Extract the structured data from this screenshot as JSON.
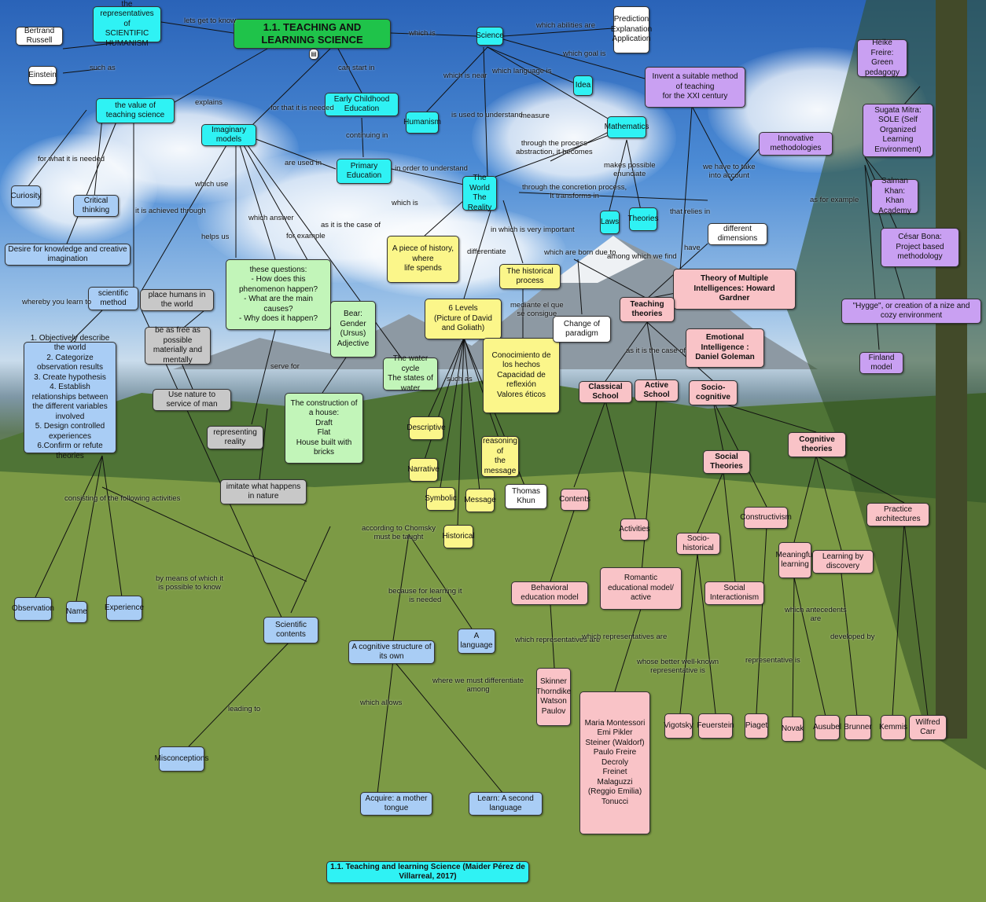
{
  "map_title": "1.1. TEACHING AND LEARNING SCIENCE",
  "footer": "1.1. Teaching and learning Science (Maider Pérez de Villarreal, 2017)",
  "colors": {
    "title": "#1fc34a",
    "cyan": "#2ff2f4",
    "blue": "#a9cdf5",
    "gray": "#c8c8c8",
    "green": "#c2f5b9",
    "yellow": "#fbf68a",
    "pink": "#f9c3c7",
    "purple": "#c9a0f2",
    "white": "#ffffff"
  },
  "nodes": {
    "bertrand_russell": "Bertrand Russell",
    "einstein": "Einstein",
    "representatives_sci_humanism": "the representatives of\nSCIENTIFIC HUMANISM",
    "science": "Science",
    "prediction": "Prediction\nExplanation\nApplication",
    "invent_method": "Invent a suitable method of teaching\nfor the XXI century",
    "heike_freire": "Heike Freire:\nGreen pedagogy",
    "sugata_mitra": "Sugata Mitra:\nSOLE (Self Organized\nLearning Environment)",
    "salman_khan": "Salman Khan:\nKhan Academy",
    "cesar_bona": "César Bona:\nProject based methodology",
    "hygge": "\"Hygge\", or creation of a nize and cozy environment",
    "finland_model": "Finland model",
    "innovative_methodologies": "Innovative methodologies",
    "idea": "Idea",
    "mathematics": "Mathematics",
    "laws": "Laws",
    "theories": "Theories",
    "humanism": "Humanism",
    "value_teaching_science": "the value of teaching science",
    "early_childhood": "Early Childhood Education",
    "imaginary_models": "Imaginary models",
    "primary_education": "Primary Education",
    "world_reality": "The World\nThe Reality",
    "curiosity": "Curiosity",
    "critical_thinking": "Critical thinking",
    "desire_knowledge": "Desire for knowledge and creative imagination",
    "scientific_method": "scientific method",
    "method_steps": "1. Objectively describe the world\n2. Categorize observation results\n3. Create hypothesis\n4. Establish relationships between\nthe different variables involved\n5. Design controlled experiences\n6.Confirm or refute theories",
    "place_humans": "place humans in the world",
    "be_as_free": "be as free as possible\nmaterially and mentally",
    "use_nature": "Use nature to service of man",
    "representing_reality": "representing reality",
    "imitate_nature": "imitate what happens in nature",
    "these_questions": "these questions:\n- How does this phenomenon happen?\n- What are the main causes?\n- Why does it happen?",
    "bear": "Bear:\nGender (Ursus)\nAdjective",
    "construction_house": "The construction of a house:\nDraft\nFlat\nHouse built with bricks",
    "water_cycle": "The water cycle\nThe states of water",
    "piece_history": "A piece of history, where\nlife spends",
    "six_levels": "6 Levels\n(Picture of David and Goliath)",
    "historical_process": "The historical process",
    "conocimiento": "Conocimiento de los hechos\nCapacidad de reflexión\nValores éticos",
    "change_paradigm": "Change of paradigm",
    "descriptive": "Descriptive",
    "narrative": "Narrative",
    "symbolic": "Symbolic",
    "historical": "Historical",
    "reasoning_message": "reasoning of\nthe message",
    "message": "Message",
    "thomas_khun": "Thomas Khun",
    "different_dimensions": "different dimensions",
    "multiple_intelligences": "Theory of Multiple Intelligences: Howard\nGardner",
    "teaching_theories": "Teaching theories",
    "emotional_intelligence": "Emotional Intelligence :\nDaniel Goleman",
    "classical_school": "Classical School",
    "active_school": "Active School",
    "socio_cognitive": "Socio-cognitive",
    "social_theories": "Social Theories",
    "cognitive_theories": "Cognitive theories",
    "contents": "Contents",
    "activities": "Activities",
    "constructivism": "Constructivism",
    "practice_architectures": "Practice architectures",
    "socio_historical": "Socio-historical",
    "meaningful_learning": "Meaningful\nlearning",
    "learning_discovery": "Learning by discovery",
    "behavioral_model": "Behavioral education model",
    "romantic_model": "Romantic educational model/\nactive",
    "social_interactionism": "Social Interactionism",
    "skinner_group": "Skinner\nThorndike\nWatson\nPaulov",
    "montessori_group": "Maria Montessori\nEmi Pikler\nSteiner (Waldorf)\nPaulo Freire\nDecroly\nFreinet\nMalaguzzi (Reggio Emilia)\nTonucci",
    "vigotsky": "Vigotsky",
    "feuerstein": "Feuerstein",
    "piaget": "Piaget",
    "novak": "Novak",
    "ausubel": "Ausubel",
    "brunner": "Brunner",
    "kemmis": "Kemmis",
    "wilfred_carr": "Wilfred Carr",
    "observation": "Observation",
    "name": "Name",
    "experience": "Experience",
    "scientific_contents": "Scientific contents",
    "cognitive_structure": "A cognitive structure of its own",
    "a_language": "A language",
    "misconceptions": "Misconceptions",
    "acquire_mother_tongue": "Acquire: a mother tongue",
    "learn_second_language": "Learn: A second language"
  },
  "labels": {
    "lets_get_to_know": "lets get to know",
    "such_as": "such as",
    "which_is": "which is",
    "which_abilities_are": "which abilities are",
    "which_goal_is": "which goal is",
    "can_start_in": "can start in",
    "explains": "explains",
    "for_that_needed": "for that it is needed",
    "which_is_near": "which is near",
    "which_language_is": "which language is",
    "is_used_to_understand": "is used to understand",
    "measure": "measure",
    "through_process": "through the process\nabstraction, it becomes",
    "makes_possible": "makes possible\nenunciate",
    "continuing_in": "continuing in",
    "for_what_needed": "for what it is needed",
    "are_used_in": "are used in",
    "in_order_understand": "in order to understand",
    "through_concretion": "through the concretion process,\nIt transforms in",
    "we_have_to_take": "we have to take\ninto account",
    "as_for_example": "as for example",
    "which_use": "which use",
    "achieved_through": "it is achieved through",
    "which_answer": "which answer",
    "for_example": "for example",
    "as_it_is_case": "as it is the case of",
    "which_is_2": "which is",
    "in_which_important": "in which is very important",
    "that_relies_in": "that relies in",
    "have": "have",
    "helps_us": "helps us",
    "whereby_learn": "whereby you learn to",
    "differentiate": "differentiate",
    "born_due_to": "which are born due to",
    "among_which": "among which we find",
    "mediante": "mediante el que\nse consigue",
    "serve_for": "serve for",
    "such_as_2": "such as",
    "as_it_case_of": "as it is the case of",
    "consisting_activities": "consisting of the following activities",
    "according_chomsky": "according to Chomsky\nmust be taught",
    "because_learning": "because for learning it\nis needed",
    "by_means_of": "by means of which it\nis possible to know",
    "which_representatives": "which representatives are",
    "which_representatives_2": "which representatives are",
    "whose_representative": "whose better well-known\nrepresentative is",
    "representative_is": "representative is",
    "which_antecedents": "which antecedents\nare",
    "developed_by": "developed by",
    "which_allows": "which allows",
    "where_differentiate": "where we must differentiate\namong",
    "leading_to": "leading to"
  }
}
